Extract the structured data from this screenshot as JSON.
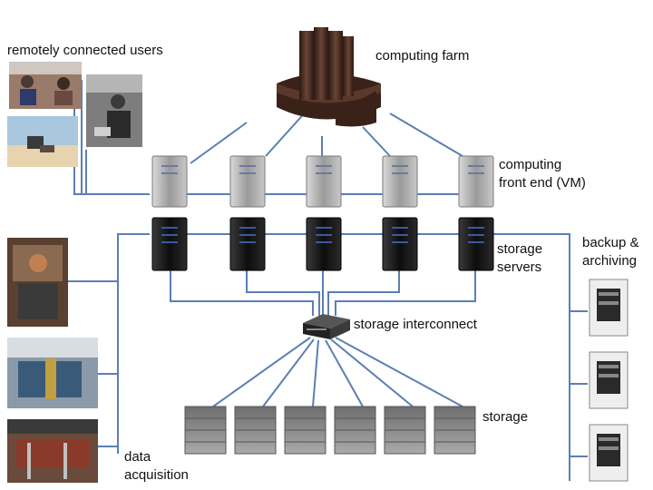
{
  "labels": {
    "remote_users": "remotely connected users",
    "computing_farm": "computing farm",
    "front_end_line1": "computing",
    "front_end_line2": "front end (VM)",
    "storage_servers_line1": "storage",
    "storage_servers_line2": "servers",
    "backup_line1": "backup &",
    "backup_line2": "archiving",
    "interconnect": "storage interconnect",
    "storage": "storage",
    "daq_line1": "data",
    "daq_line2": "acquisition"
  },
  "colors": {
    "link_line": "#5b7fb3",
    "server_light": "#b8b8b8",
    "server_dark": "#1c1c1c",
    "farm": "#4a2a20",
    "storage_unit": "#8a8a8a",
    "backup_unit": "#e8e8e8"
  },
  "nodes": {
    "front_end_servers": 5,
    "storage_servers": 5,
    "storage_units": 6,
    "backup_units": 3
  }
}
